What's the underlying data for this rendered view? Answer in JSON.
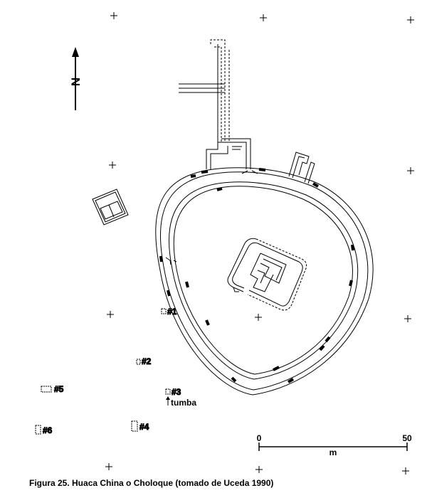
{
  "caption": "Figura 25. Huaca China o Choloque (tomado de Uceda 1990)",
  "north_label": "N",
  "scale": {
    "start_label": "0",
    "end_label": "50",
    "unit_label": "m"
  },
  "features": [
    {
      "id": "1",
      "label": "#1"
    },
    {
      "id": "2",
      "label": "#2"
    },
    {
      "id": "3",
      "label": "#3"
    },
    {
      "id": "4",
      "label": "#4"
    },
    {
      "id": "5",
      "label": "#5"
    },
    {
      "id": "6",
      "label": "#6"
    }
  ],
  "tomb_label": "tumba"
}
